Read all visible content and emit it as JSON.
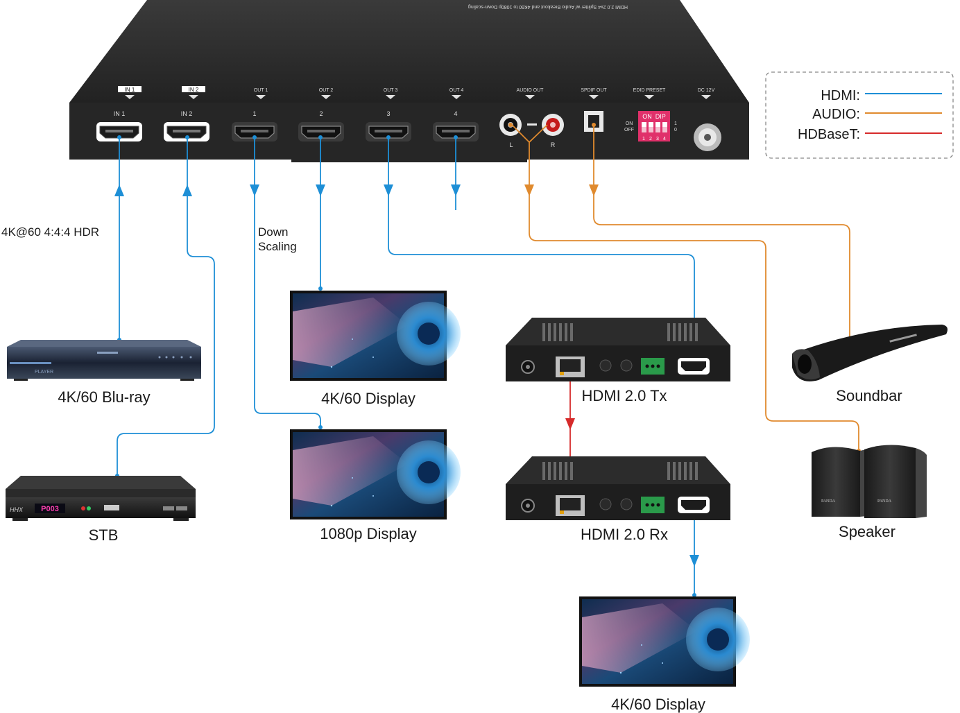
{
  "colors": {
    "hdmi": "#1e8fd6",
    "audio": "#e08a2e",
    "hdbaset": "#d62a2a",
    "chassis": "#2b2b2b",
    "dip": "#e0306a"
  },
  "splitter": {
    "top_caption": "HDMI 2.0 2x4 Splitter w/ Audio Breakout and 4K60 to 1080p Down-scaling",
    "top_labels": {
      "in1": "IN 1",
      "in2": "IN 2",
      "out1": "OUT 1",
      "out2": "OUT 2",
      "out3": "OUT 3",
      "out4": "OUT 4",
      "audio_out": "AUDIO OUT",
      "spdif_out": "SPDIF OUT",
      "edid_preset": "EDID PRESET",
      "dc": "DC 12V"
    },
    "port_labels": {
      "in1": "IN 1",
      "in2": "IN 2",
      "out1": "1",
      "out2": "2",
      "out3": "3",
      "out4": "4",
      "left": "L",
      "right": "R"
    },
    "dip": {
      "title": "ON  DIP",
      "on": "ON",
      "off": "OFF",
      "one": "1",
      "zero": "0",
      "nums": [
        "1",
        "2",
        "3",
        "4"
      ]
    }
  },
  "legend": {
    "items": [
      {
        "label": "HDMI:",
        "color_key": "hdmi"
      },
      {
        "label": "AUDIO:",
        "color_key": "audio"
      },
      {
        "label": "HDBaseT:",
        "color_key": "hdbaset"
      }
    ]
  },
  "annotations": {
    "hdr": "4K@60 4:4:4 HDR",
    "down_line1": "Down",
    "down_line2": "Scaling"
  },
  "devices": {
    "bluray": {
      "label": "4K/60 Blu-ray",
      "brand": "PLAYER"
    },
    "stb": {
      "label": "STB",
      "brand": "P003",
      "logo": "HHX"
    },
    "display_4k_top": {
      "label": "4K/60 Display"
    },
    "display_1080p": {
      "label": "1080p Display"
    },
    "tx": {
      "label": "HDMI 2.0 Tx"
    },
    "rx": {
      "label": "HDMI 2.0 Rx"
    },
    "display_4k_bottom": {
      "label": "4K/60 Display"
    },
    "soundbar": {
      "label": "Soundbar"
    },
    "speaker": {
      "label": "Speaker",
      "brand": "PANDA"
    }
  }
}
